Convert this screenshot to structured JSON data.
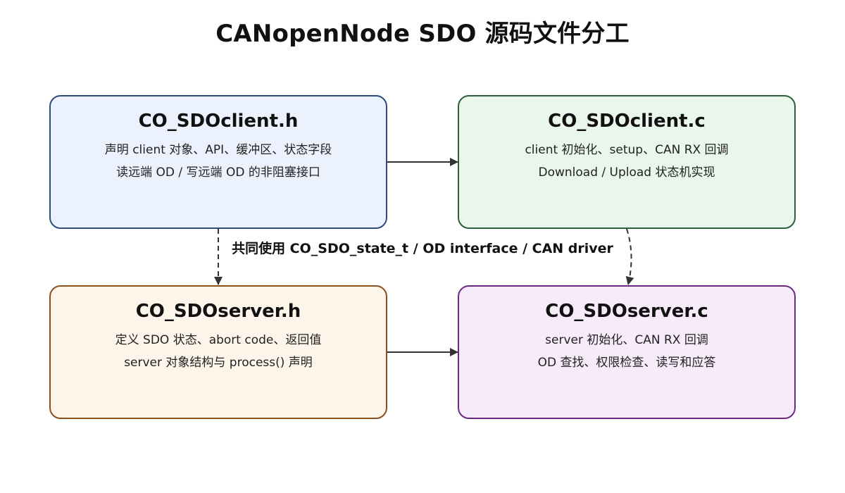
{
  "title": "CANopenNode SDO 源码文件分工",
  "colors": {
    "client_h": {
      "fill": "#ebf2fe",
      "stroke": "#2e4d7b"
    },
    "client_c": {
      "fill": "#e8f6ec",
      "stroke": "#2e5e3a"
    },
    "server_h": {
      "fill": "#fdf5ea",
      "stroke": "#8b4f1c"
    },
    "server_c": {
      "fill": "#f7ebfa",
      "stroke": "#6b2a82"
    },
    "arrow": "#333333"
  },
  "boxes": {
    "client_h": {
      "name": "CO_SDOclient.h",
      "lines": [
        "声明 client 对象、API、缓冲区、状态字段",
        "读远端 OD / 写远端 OD 的非阻塞接口"
      ]
    },
    "client_c": {
      "name": "CO_SDOclient.c",
      "lines": [
        "client 初始化、setup、CAN RX 回调",
        "Download / Upload 状态机实现"
      ]
    },
    "server_h": {
      "name": "CO_SDOserver.h",
      "lines": [
        "定义 SDO 状态、abort code、返回值",
        "server 对象结构与 process() 声明"
      ]
    },
    "server_c": {
      "name": "CO_SDOserver.c",
      "lines": [
        "server 初始化、CAN RX 回调",
        "OD 查找、权限检查、读写和应答"
      ]
    }
  },
  "shared_label": "共同使用 CO_SDO_state_t / OD interface / CAN driver"
}
